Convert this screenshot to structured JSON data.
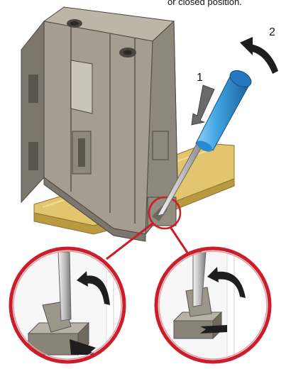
{
  "caption": "or closed position.",
  "steps": [
    "1",
    "2"
  ],
  "colors": {
    "terminal": "#a59d91",
    "terminal_dark": "#7d766c",
    "rail": "#e2c56e",
    "screwdriver_handle": "#3fa3e0",
    "zoom_circle": "#cc1e2a"
  }
}
